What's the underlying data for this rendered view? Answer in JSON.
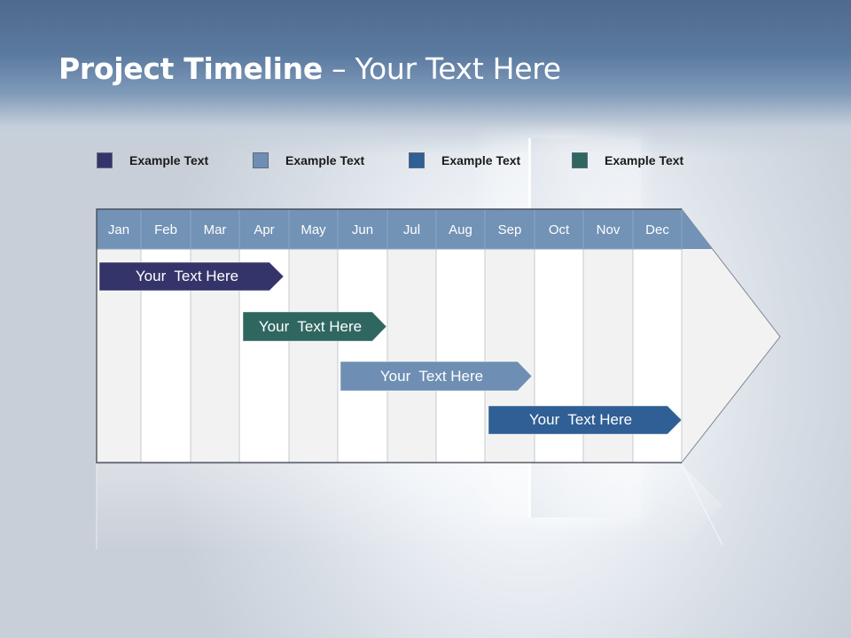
{
  "title": {
    "bold": "Project Timeline",
    "rest": " – Your Text Here"
  },
  "legend": [
    {
      "label": "Example Text",
      "color": "#35346a"
    },
    {
      "label": "Example Text",
      "color": "#6e8fb3"
    },
    {
      "label": "Example Text",
      "color": "#2f5f94"
    },
    {
      "label": "Example Text",
      "color": "#2f6660"
    }
  ],
  "months": [
    "Jan",
    "Feb",
    "Mar",
    "Apr",
    "May",
    "Jun",
    "Jul",
    "Aug",
    "Sep",
    "Oct",
    "Nov",
    "Dec"
  ],
  "tasks": [
    {
      "label": "Your  Text Here",
      "color": "#35346a"
    },
    {
      "label": "Your  Text Here",
      "color": "#2f6660"
    },
    {
      "label": "Your  Text Here",
      "color": "#6e8fb3"
    },
    {
      "label": "Your  Text Here",
      "color": "#2f5f94"
    }
  ],
  "colors": {
    "header": "#7292b6",
    "column_light": "#f2f2f2",
    "column_white": "#ffffff",
    "grid_line": "#c5c9cf"
  }
}
